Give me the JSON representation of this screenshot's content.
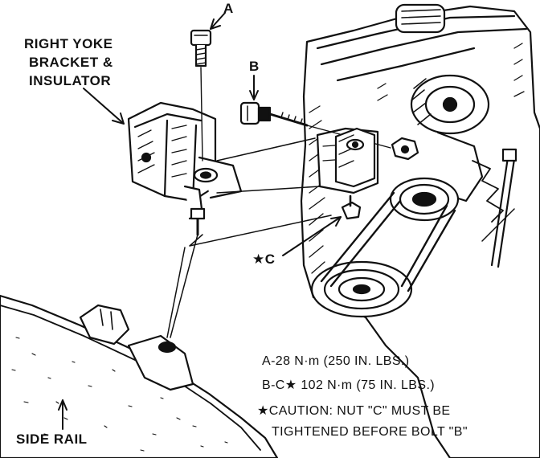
{
  "labels": {
    "bracket_line1": "RIGHT YOKE",
    "bracket_line2": "BRACKET &",
    "bracket_line3": "INSULATOR",
    "bolt_a": "A",
    "bolt_b": "B",
    "nut_c": "★C",
    "side_rail": "SIDE RAIL"
  },
  "specs": {
    "line1": "A-28 N·m (250 IN. LBS.)",
    "line2": "B-C★ 102 N·m (75 IN. LBS.)",
    "line3": "★CAUTION: NUT \"C\" MUST BE",
    "line4": "TIGHTENED BEFORE BOLT \"B\""
  }
}
